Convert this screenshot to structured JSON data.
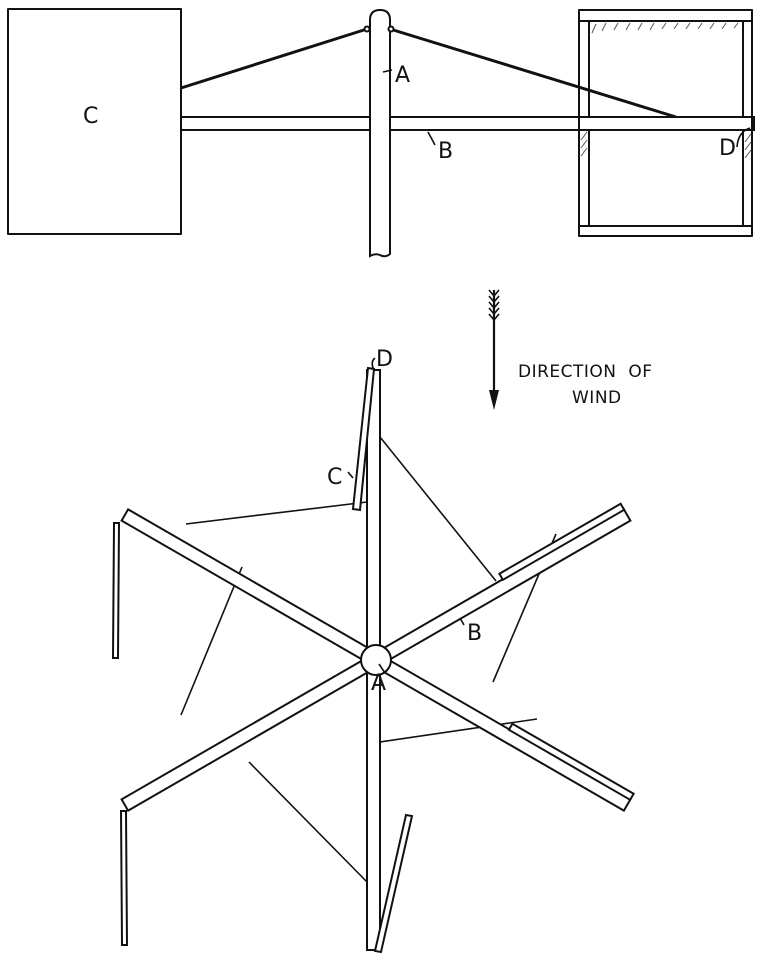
{
  "figure": {
    "side_view": {
      "labels": {
        "vane": "C",
        "pole": "A",
        "beam": "B",
        "pivot": "D"
      }
    },
    "plan_view": {
      "labels": {
        "pivot": "D",
        "vane": "C",
        "beam": "B",
        "hub": "A"
      },
      "arm_count": 6
    },
    "wind_indicator": {
      "line1": "DIRECTION  OF",
      "line2": "WIND",
      "icon": "arrow-down-fletched-icon"
    }
  }
}
